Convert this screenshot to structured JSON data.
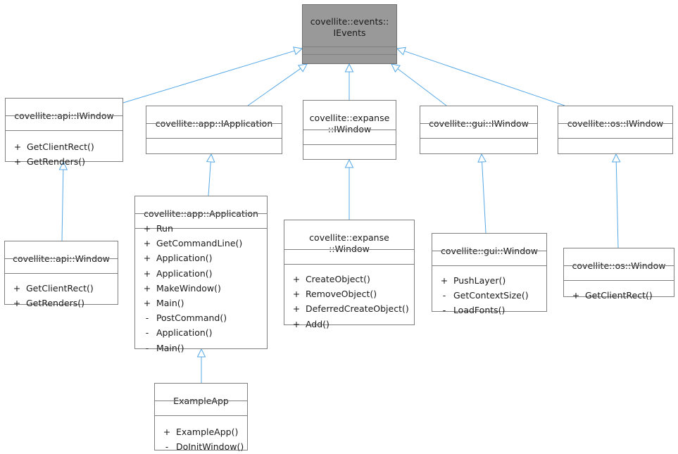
{
  "colors": {
    "edge": "#56a8e6",
    "box_border": "#7f7f7f",
    "root_fill": "#999999"
  },
  "classes": {
    "ievents": {
      "name": "covellite::events::\nIEvents",
      "members": []
    },
    "api_iwindow": {
      "name": "covellite::api::IWindow",
      "members": [
        {
          "vis": "+",
          "text": "GetClientRect()"
        },
        {
          "vis": "+",
          "text": "GetRenders()"
        }
      ]
    },
    "app_iapplication": {
      "name": "covellite::app::IApplication",
      "members": []
    },
    "expanse_iwindow": {
      "name": "covellite::expanse\n::IWindow",
      "members": []
    },
    "gui_iwindow": {
      "name": "covellite::gui::IWindow",
      "members": []
    },
    "os_iwindow": {
      "name": "covellite::os::IWindow",
      "members": []
    },
    "api_window": {
      "name": "covellite::api::Window",
      "members": [
        {
          "vis": "+",
          "text": "GetClientRect()"
        },
        {
          "vis": "+",
          "text": "GetRenders()"
        }
      ]
    },
    "app_application": {
      "name": "covellite::app::Application",
      "members": [
        {
          "vis": "+",
          "text": "Run"
        },
        {
          "vis": "+",
          "text": "GetCommandLine()"
        },
        {
          "vis": "+",
          "text": "Application()"
        },
        {
          "vis": "+",
          "text": "Application()"
        },
        {
          "vis": "+",
          "text": "MakeWindow()"
        },
        {
          "vis": "+",
          "text": "Main()"
        },
        {
          "vis": "-",
          "text": "PostCommand()"
        },
        {
          "vis": "-",
          "text": "Application()"
        },
        {
          "vis": "-",
          "text": "Main()"
        }
      ]
    },
    "expanse_window": {
      "name": "covellite::expanse\n::Window",
      "members": [
        {
          "vis": "+",
          "text": "CreateObject()"
        },
        {
          "vis": "+",
          "text": "RemoveObject()"
        },
        {
          "vis": "+",
          "text": "DeferredCreateObject()"
        },
        {
          "vis": "+",
          "text": "Add()"
        }
      ]
    },
    "gui_window": {
      "name": "covellite::gui::Window",
      "members": [
        {
          "vis": "+",
          "text": "PushLayer()"
        },
        {
          "vis": "-",
          "text": "GetContextSize()"
        },
        {
          "vis": "-",
          "text": "LoadFonts()"
        }
      ]
    },
    "os_window": {
      "name": "covellite::os::Window",
      "members": [
        {
          "vis": "+",
          "text": "GetClientRect()"
        }
      ]
    },
    "example_app": {
      "name": "ExampleApp",
      "members": [
        {
          "vis": "+",
          "text": "ExampleApp()"
        },
        {
          "vis": "-",
          "text": "DoInitWindow()"
        }
      ]
    }
  },
  "edges": [
    {
      "from": "api_iwindow",
      "to": "ievents"
    },
    {
      "from": "app_iapplication",
      "to": "ievents"
    },
    {
      "from": "expanse_iwindow",
      "to": "ievents"
    },
    {
      "from": "gui_iwindow",
      "to": "ievents"
    },
    {
      "from": "os_iwindow",
      "to": "ievents"
    },
    {
      "from": "api_window",
      "to": "api_iwindow"
    },
    {
      "from": "app_application",
      "to": "app_iapplication"
    },
    {
      "from": "expanse_window",
      "to": "expanse_iwindow"
    },
    {
      "from": "gui_window",
      "to": "gui_iwindow"
    },
    {
      "from": "os_window",
      "to": "os_iwindow"
    },
    {
      "from": "example_app",
      "to": "app_application"
    }
  ]
}
